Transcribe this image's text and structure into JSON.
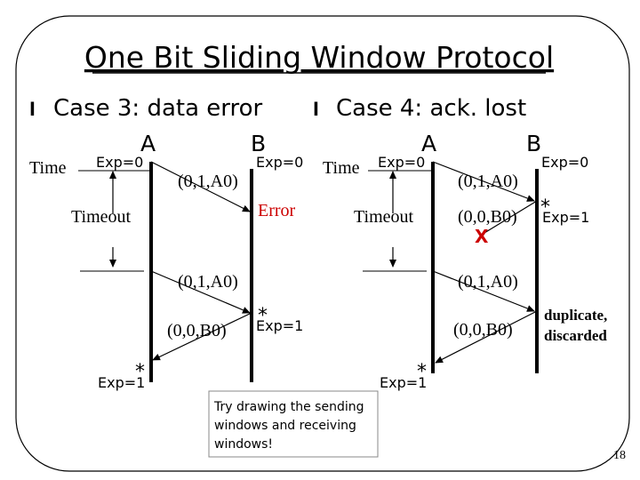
{
  "title": "One Bit Sliding Window Protocol",
  "case3": {
    "bullet": "l",
    "heading": "Case 3: data error",
    "node_a": "A",
    "node_b": "B",
    "time_label": "Time",
    "a_exp_top": "Exp=0",
    "b_exp_top": "Exp=0",
    "frame1": "(0,1,A0)",
    "error_label": "Error",
    "timeout_label": "Timeout",
    "frame2": "(0,1,A0)",
    "b_star": "*",
    "ack_frame": "(0,0,B0)",
    "b_exp_after": "Exp=1",
    "a_star": "*",
    "a_exp_after": "Exp=1"
  },
  "case4": {
    "bullet": "l",
    "heading": "Case 4: ack. lost",
    "node_a": "A",
    "node_b": "B",
    "time_label": "Time",
    "a_exp_top": "Exp=0",
    "b_exp_top": "Exp=0",
    "frame1": "(0,1,A0)",
    "timeout_label": "Timeout",
    "b_star": "*",
    "ack_frame1": "(0,0,B0)",
    "b_exp_after": "Exp=1",
    "lost_mark": "X",
    "frame2": "(0,1,A0)",
    "ack_frame2": "(0,0,B0)",
    "duplicate_line1": "duplicate,",
    "duplicate_line2": "discarded",
    "a_star": "*",
    "a_exp_after": "Exp=1"
  },
  "note": {
    "line1": "Try drawing the sending",
    "line2": "windows and receiving",
    "line3": "windows!"
  },
  "page_number": "18",
  "colors": {
    "error": "#cc0000",
    "line": "#000000",
    "note_border": "#888888"
  }
}
